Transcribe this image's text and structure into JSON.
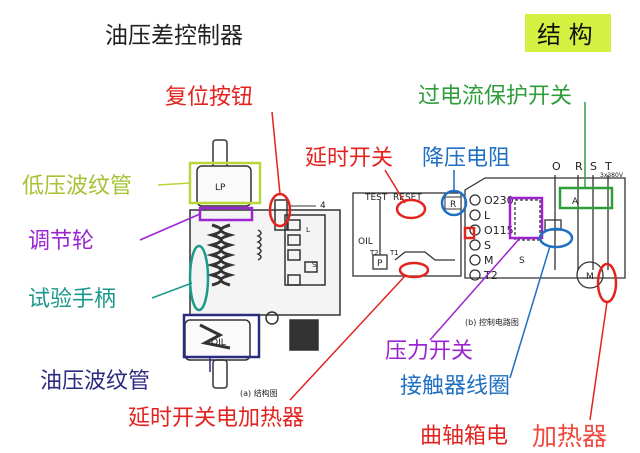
{
  "title": "油压差控制器",
  "badge": "结 构",
  "labels": {
    "reset_button": "复位按钮",
    "overcurrent_switch": "过电流保护开关",
    "delay_switch": "延时开关",
    "dropping_resistor": "降压电阻",
    "lp_bellows": "低压波纹管",
    "adjust_wheel": "调节轮",
    "test_handle": "试验手柄",
    "oil_bellows": "油压波纹管",
    "pressure_switch": "压力开关",
    "contactor_coil": "接触器线圈",
    "delay_heater": "延时开关电加热器",
    "crankcase_heater_a": "曲轴箱电",
    "crankcase_heater_b": "加热器"
  },
  "structure": {
    "lp": "LP",
    "oil": "OIL",
    "callout_4": "4",
    "caption": "(a) 结构图",
    "term_l": "L",
    "term_s": "S"
  },
  "circuit": {
    "test": "TEST",
    "reset": "RESET",
    "r": "R",
    "oil": "OIL",
    "p": "P",
    "t2l": "T2",
    "t1": "T1",
    "terms": [
      "O230",
      "L",
      "O115",
      "S",
      "M",
      "T2"
    ],
    "phases": [
      "O",
      "R",
      "S",
      "T"
    ],
    "supply": "3x380V",
    "a": "A",
    "motor": "M",
    "s": "S",
    "caption": "(b) 控制电路图"
  },
  "colors": {
    "red": "#e3231f",
    "green": "#2f9e3a",
    "blue": "#1f6fc2",
    "purple": "#9b25d0",
    "teal": "#1b9a8c",
    "navy": "#2b2b80",
    "lime": "#b9d63a",
    "badge": "#d4f040"
  }
}
